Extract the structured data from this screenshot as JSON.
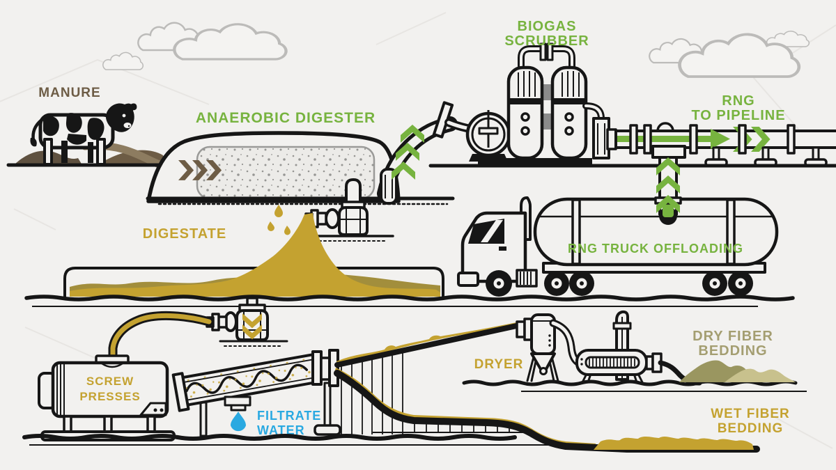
{
  "title": "Manure to RNG process infographic",
  "colors": {
    "green": "#77b33f",
    "gold": "#c4a230",
    "gold_dark": "#a28e3c",
    "brown": "#6d5c45",
    "brown_light": "#8d7c60",
    "olive": "#a49e71",
    "olive_dark": "#9a9660",
    "olive_light": "#c8c18d",
    "blue": "#2aa9e1",
    "ink": "#161616",
    "paper": "#f2f1ef",
    "cloud": "#bcbbb9"
  },
  "labels": {
    "manure": "MANURE",
    "anaerobic_digester": "ANAEROBIC DIGESTER",
    "biogas_scrubber": [
      "BIOGAS",
      "SCRUBBER"
    ],
    "rng_to_pipeline": [
      "RNG",
      "TO PIPELINE"
    ],
    "digestate": "DIGESTATE",
    "rng_truck_offloading": "RNG TRUCK OFFLOADING",
    "screw_presses": [
      "SCREW",
      "PRESSES"
    ],
    "filtrate_water": [
      "FILTRATE",
      "WATER"
    ],
    "dryer": "DRYER",
    "dry_fiber_bedding": [
      "DRY FIBER",
      "BEDDING"
    ],
    "wet_fiber_bedding": [
      "WET FIBER",
      "BEDDING"
    ]
  }
}
